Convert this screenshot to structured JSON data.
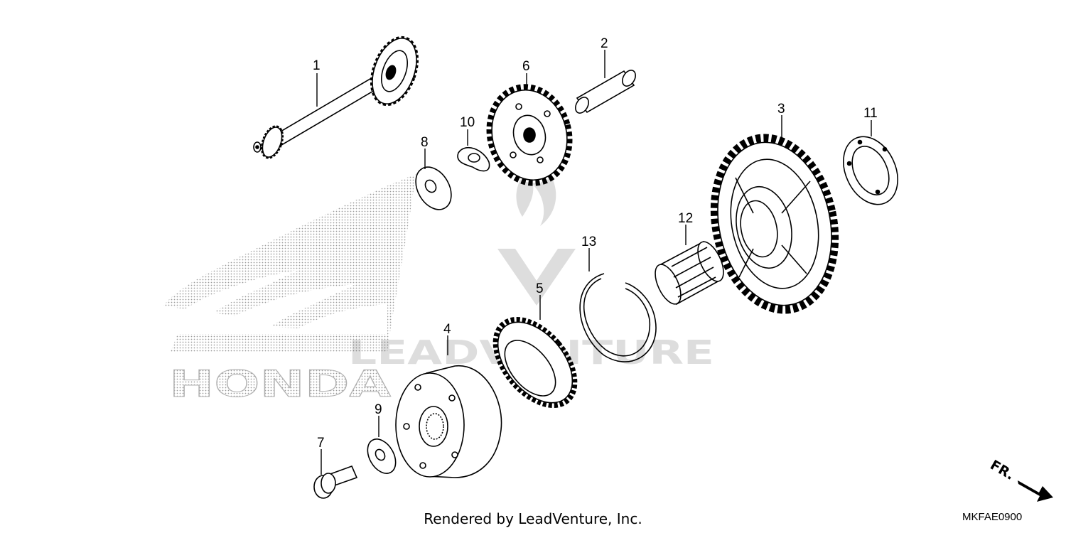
{
  "callouts": {
    "p1": "1",
    "p2": "2",
    "p3": "3",
    "p4": "4",
    "p5": "5",
    "p6": "6",
    "p7": "7",
    "p8": "8",
    "p9": "9",
    "p10": "10",
    "p11": "11",
    "p12": "12",
    "p13": "13"
  },
  "watermark": {
    "brand": "HONDA",
    "publisher": "LEADVENTURE"
  },
  "direction_label": "FR.",
  "diagram_code": "MKFAE0900",
  "footer_credit": "Rendered by LeadVenture, Inc."
}
